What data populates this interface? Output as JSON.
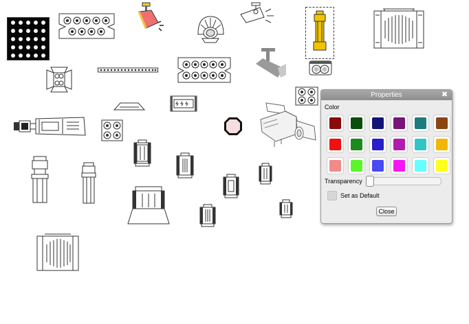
{
  "dialog": {
    "title": "Properties",
    "color_label": "Color",
    "transparency_label": "Transparency",
    "transparency_value": 0,
    "set_default_label": "Set as Default",
    "set_default_checked": false,
    "close_label": "Close",
    "selected_color": "#ffc107"
  },
  "swatches": [
    {
      "color": "#8b0a0a"
    },
    {
      "color": "#0b4d0b"
    },
    {
      "color": "#13147a"
    },
    {
      "color": "#7a137a"
    },
    {
      "color": "#1f7c7c"
    },
    {
      "color": "#8b4513"
    },
    {
      "color": "#f01010"
    },
    {
      "color": "#1d8a1d"
    },
    {
      "color": "#2b1ec8"
    },
    {
      "color": "#b01cb0"
    },
    {
      "color": "#33c4c4"
    },
    {
      "color": "#f2b705"
    },
    {
      "color": "#f28a8a"
    },
    {
      "color": "#5cf52a"
    },
    {
      "color": "#4a4af5"
    },
    {
      "color": "#f515f5"
    },
    {
      "color": "#66ffff"
    },
    {
      "color": "#ffff1a"
    }
  ],
  "fixtures": [
    "led-matrix-panel-icon",
    "6-lamp-bar-icon",
    "spotlight-red-icon",
    "par-fan-icon",
    "moving-spot-icon",
    "selected-par-yellow-icon",
    "amplifier-rack-icon",
    "barn-door-fresnel-icon",
    "led-strip-bar-icon",
    "10-lamp-bar-icon",
    "projector-gray-icon",
    "twin-light-icon",
    "batten-light-icon",
    "strobe-box-icon",
    "follow-spot-icon",
    "quad-par-icon",
    "octagon-par-icon",
    "ellipsoidal-profile-icon",
    "moving-head-icon",
    "moving-head-small-icon",
    "fog-machine-icon",
    "speaker-cabinet-icon"
  ]
}
